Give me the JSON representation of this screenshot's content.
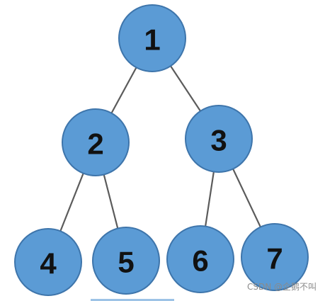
{
  "tree": {
    "nodes": [
      {
        "id": "1",
        "label": "1"
      },
      {
        "id": "2",
        "label": "2"
      },
      {
        "id": "3",
        "label": "3"
      },
      {
        "id": "4",
        "label": "4"
      },
      {
        "id": "5",
        "label": "5"
      },
      {
        "id": "6",
        "label": "6"
      },
      {
        "id": "7",
        "label": "7"
      }
    ],
    "edges": [
      {
        "from": "1",
        "to": "2"
      },
      {
        "from": "1",
        "to": "3"
      },
      {
        "from": "2",
        "to": "4"
      },
      {
        "from": "2",
        "to": "5"
      },
      {
        "from": "3",
        "to": "6"
      },
      {
        "from": "3",
        "to": "7"
      }
    ],
    "colors": {
      "node_fill": "#5b9bd5",
      "node_border": "#3e75ab",
      "edge": "#5b5b5b",
      "label": "#111111"
    }
  },
  "watermark": {
    "text": "CSDN @企鹅不叫"
  }
}
